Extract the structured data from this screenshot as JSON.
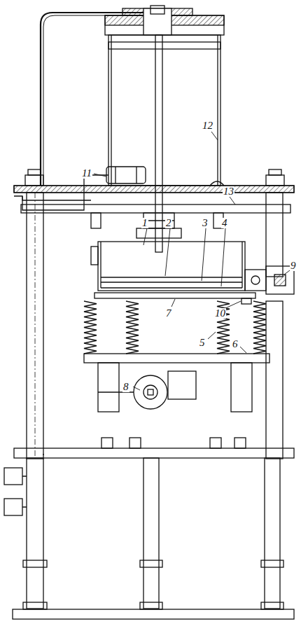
{
  "diagram": {
    "labels": [
      "12",
      "11",
      "13",
      "1",
      "2",
      "3",
      "4",
      "9",
      "7",
      "10",
      "5",
      "6",
      "8"
    ]
  }
}
